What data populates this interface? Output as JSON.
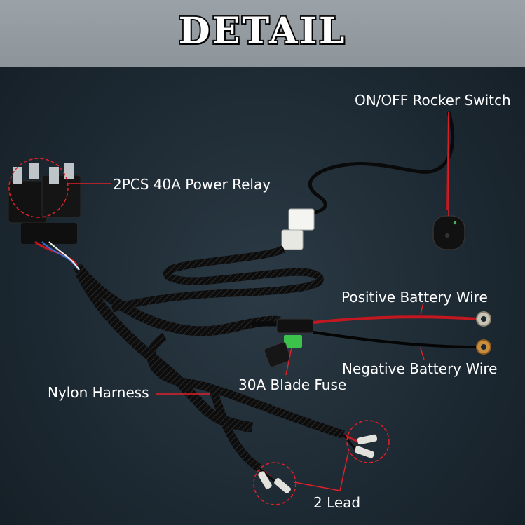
{
  "header": {
    "title": "DETAIL"
  },
  "callouts": {
    "switch": "ON/OFF Rocker Switch",
    "relay": "2PCS 40A Power Relay",
    "positive": "Positive Battery Wire",
    "negative": "Negative Battery Wire",
    "fuse": "30A Blade Fuse",
    "harness": "Nylon Harness",
    "lead": "2 Lead"
  },
  "colors": {
    "accent": "#e0212a",
    "header_bg": "#959da3",
    "background": "#1e2a33"
  }
}
